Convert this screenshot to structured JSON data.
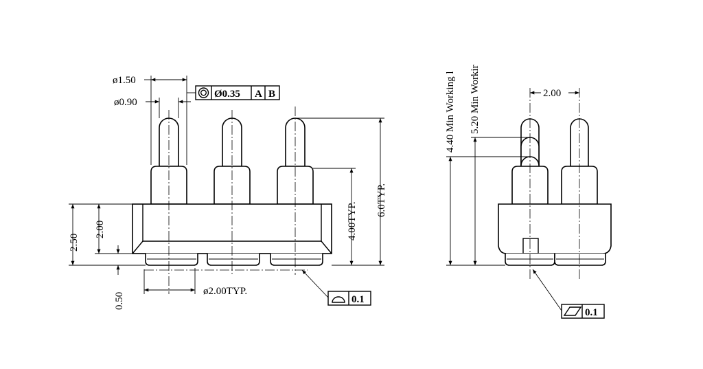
{
  "front_view": {
    "dia_head": "ø1.50",
    "dia_tip": "ø0.90",
    "fcf_tolerance": "Ø0.35",
    "fcf_datum_a": "A",
    "fcf_datum_b": "B",
    "height_total": "6.0TYP.",
    "height_plunger": "4.00TYP.",
    "height_body": "2.50",
    "height_body_inner": "2.00",
    "bottom_offset": "0.50",
    "pitch": "ø2.00TYP.",
    "profile_tolerance": "0.1"
  },
  "side_view": {
    "pitch": "2.00",
    "min_working_1": "4.40  Min  Working  l",
    "min_working_2": "5.20  Min  Workir",
    "flatness_tolerance": "0.1"
  },
  "symbols": [
    "concentricity-icon",
    "profile-of-surface-icon",
    "flatness-icon"
  ]
}
